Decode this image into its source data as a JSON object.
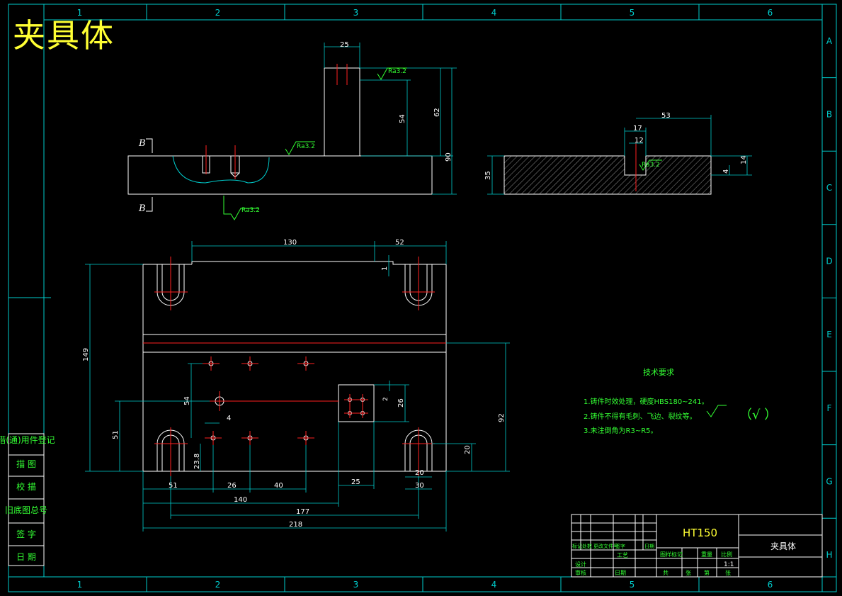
{
  "title": "夹具体",
  "colors": {
    "frame": "#00cccc",
    "part": "#ffffff",
    "center": "#ff2020",
    "dim": "#00cccc",
    "text": "#33ff33",
    "dimtext": "#ffffff",
    "yellow": "#ffff33",
    "hatch": "#cccccc"
  },
  "border": {
    "columns": [
      "1",
      "2",
      "3",
      "4",
      "5",
      "6"
    ],
    "rows": [
      "A",
      "B",
      "C",
      "D",
      "E",
      "F",
      "G",
      "H"
    ]
  },
  "section_marker": "B",
  "roughness": "Ra3.2",
  "front_view_dims": [
    "25",
    "62",
    "54",
    "90"
  ],
  "side_view_dims": [
    "53",
    "17",
    "12",
    "14",
    "4",
    "35"
  ],
  "plan_view_dims": [
    "130",
    "52",
    "1",
    "149",
    "51",
    "54",
    "4",
    "2",
    "26",
    "92",
    "23.8",
    "20",
    "51",
    "26",
    "40",
    "25",
    "20",
    "30",
    "140",
    "177",
    "218"
  ],
  "technical_requirements": {
    "heading": "技术要求",
    "items": [
      "1.铸件时效处理，硬度HBS180~241。",
      "2.铸件不得有毛刺、飞边、裂纹等。",
      "3.未注倒角为R3~R5。"
    ],
    "symbol": "（√  ）"
  },
  "left_table": [
    "借(通)用件登记",
    "描 图",
    "校 描",
    "旧底图总号",
    "签 字",
    "日 期"
  ],
  "title_block": {
    "material": "HT150",
    "drawing_name": "夹具体",
    "scale": "1:1",
    "columns_label": [
      "图样标记",
      "重量",
      "比例"
    ],
    "sheets": [
      "共",
      "张",
      "第",
      "张"
    ],
    "rev_headers": [
      "标记",
      "处数",
      "更改文件号",
      "签字",
      "日期"
    ],
    "roles": [
      "设计",
      "审核",
      "工艺",
      "日期"
    ]
  }
}
